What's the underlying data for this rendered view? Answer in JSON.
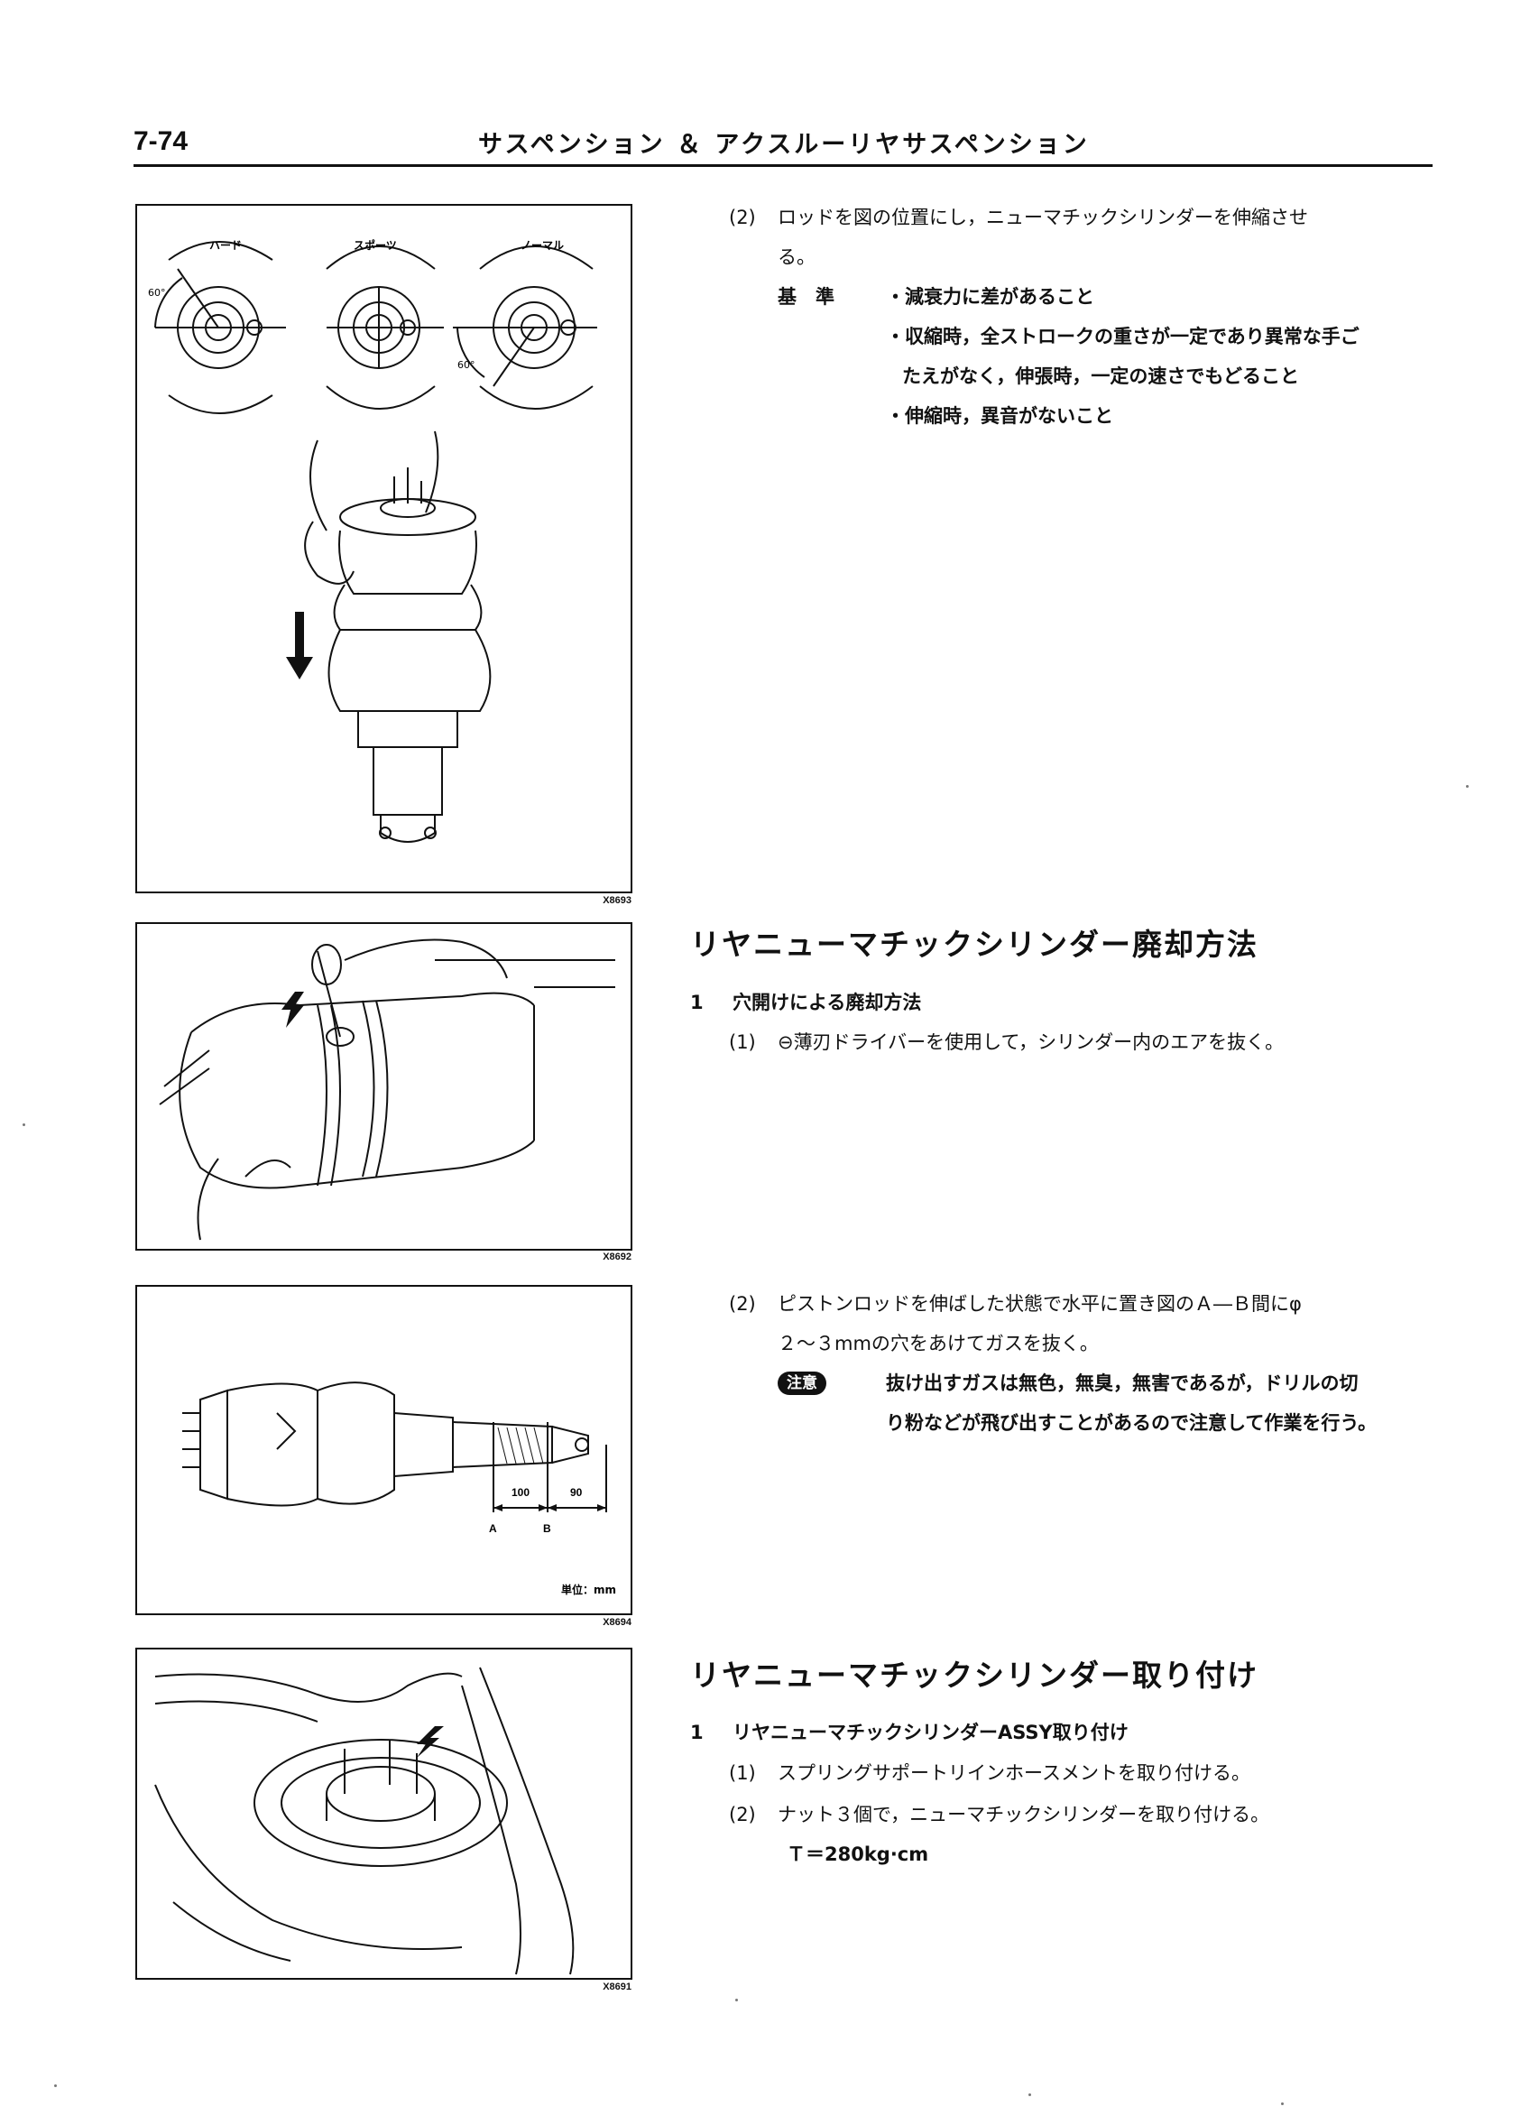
{
  "header": {
    "page_number": "7-74",
    "title": "サスペンション ＆ アクスルーリヤサスペンション"
  },
  "figures": {
    "fig1": {
      "id": "X8693",
      "labels": {
        "hard": "ハード",
        "sports": "スポーツ",
        "normal": "ノーマル",
        "angle1": "60°",
        "angle2": "60°"
      }
    },
    "fig2": {
      "id": "X8692"
    },
    "fig3": {
      "id": "X8694",
      "dim1": "100",
      "dim2": "90",
      "label_a": "A",
      "label_b": "B",
      "unit": "単位：mm"
    },
    "fig4": {
      "id": "X8691"
    }
  },
  "block1": {
    "step_num": "(2)",
    "step_line1": "ロッドを図の位置にし，ニューマチックシリンダーを伸縮させ",
    "step_line2": "る。",
    "criteria_label": "基　準",
    "bullets": [
      "・減衰力に差があること",
      "・収縮時，全ストロークの重さが一定であり異常な手ご",
      "たえがなく，伸張時，一定の速さでもどること",
      "・伸縮時，異音がないこと"
    ]
  },
  "section1": {
    "title": "リヤニューマチックシリンダー廃却方法",
    "sub_num": "1",
    "sub_title": "穴開けによる廃却方法",
    "step1_num": "(1)",
    "step1_text": "⊖薄刃ドライバーを使用して，シリンダー内のエアを抜く。",
    "step2_num": "(2)",
    "step2_line1": "ピストンロッドを伸ばした状態で水平に置き図のＡ―Ｂ間にφ",
    "step2_line2": "２～３mmの穴をあけてガスを抜く。",
    "caution_label": "注意",
    "caution_line1": "抜け出すガスは無色，無臭，無害であるが，ドリルの切",
    "caution_line2": "り粉などが飛び出すことがあるので注意して作業を行う。"
  },
  "section2": {
    "title": "リヤニューマチックシリンダー取り付け",
    "sub_num": "1",
    "sub_title": "リヤニューマチックシリンダーASSY取り付け",
    "step1_num": "(1)",
    "step1_text": "スプリングサポートリインホースメントを取り付ける。",
    "step2_num": "(2)",
    "step2_text": "ナット３個で，ニューマチックシリンダーを取り付ける。",
    "torque": "Ｔ＝280kg·cm"
  }
}
